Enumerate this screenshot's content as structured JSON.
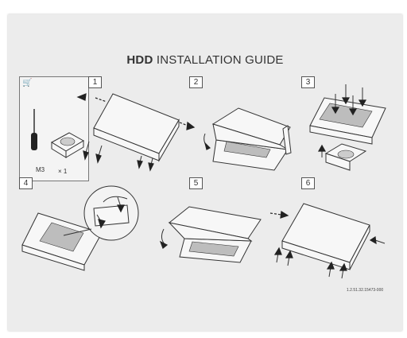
{
  "title": {
    "prefix": "HDD",
    "rest": " INSTALLATION GUIDE"
  },
  "tools": {
    "screw_label": "M3",
    "count_label": "× 1"
  },
  "steps": [
    "1",
    "2",
    "3",
    "4",
    "5",
    "6"
  ],
  "part_code": "1.2.51.32.15473-000"
}
